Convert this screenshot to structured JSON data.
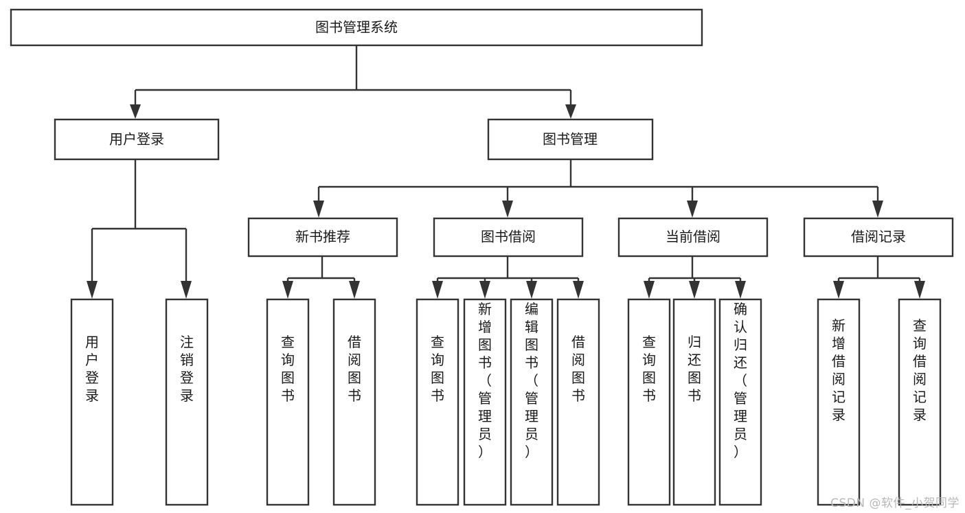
{
  "diagram": {
    "title": "图书管理系统",
    "type": "tree",
    "orientation": "top-down",
    "colors": {
      "box_stroke": "#333333",
      "box_fill": "#ffffff",
      "text": "#1a1a1a",
      "background": "#ffffff",
      "watermark": "#b8b8b8"
    },
    "root": {
      "label": "图书管理系统"
    },
    "level2": [
      {
        "label": "用户登录"
      },
      {
        "label": "图书管理"
      }
    ],
    "level3": [
      {
        "label": "新书推荐"
      },
      {
        "label": "图书借阅"
      },
      {
        "label": "当前借阅"
      },
      {
        "label": "借阅记录"
      }
    ],
    "leaves": {
      "user_login": [
        {
          "label": "用户登录"
        },
        {
          "label": "注销登录"
        }
      ],
      "new_book": [
        {
          "label": "查询图书"
        },
        {
          "label": "借阅图书"
        }
      ],
      "book_borrow": [
        {
          "label": "查询图书"
        },
        {
          "label": "新增图书（管理员）"
        },
        {
          "label": "编辑图书（管理员）"
        },
        {
          "label": "借阅图书"
        }
      ],
      "current_borrow": [
        {
          "label": "查询图书"
        },
        {
          "label": "归还图书"
        },
        {
          "label": "确认归还（管理员）"
        }
      ],
      "borrow_record": [
        {
          "label": "新增借阅记录"
        },
        {
          "label": "查询借阅记录"
        }
      ]
    }
  },
  "watermark": {
    "text": "CSDN @软件_小贺同学"
  }
}
